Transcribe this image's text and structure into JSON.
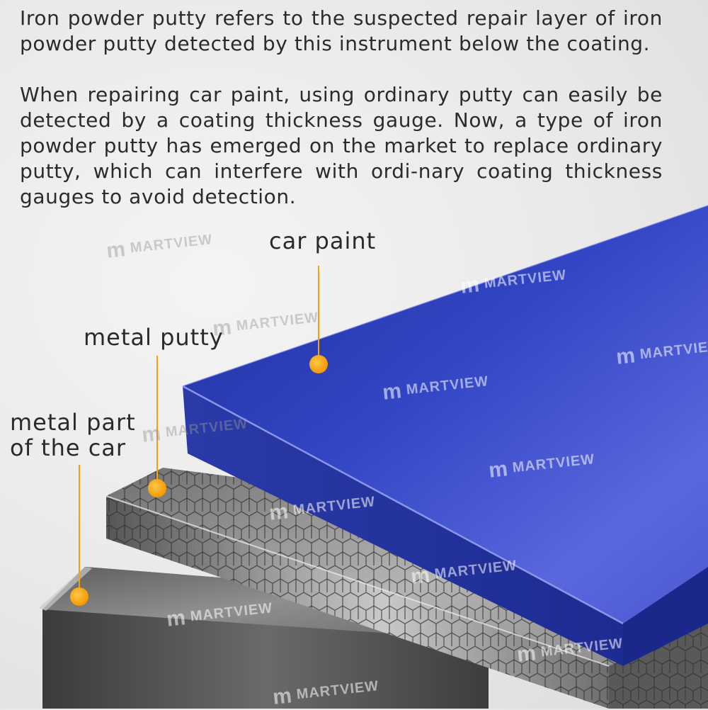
{
  "description": {
    "paragraph1": "Iron powder putty refers to the suspected repair layer of iron powder putty detected by this instrument below the coating.",
    "paragraph2": "When repairing car paint, using ordinary putty can easily be detected by a coating thickness gauge. Now, a type of iron powder putty has emerged on the market to replace ordinary putty, which can interfere with ordi-nary coating thickness gauges to avoid detection."
  },
  "layers": [
    {
      "label": "car paint",
      "color": "#2d3fb5"
    },
    {
      "label": "metal putty",
      "color": "#8a8a8a"
    },
    {
      "label": "metal part of the car",
      "color": "#4a4a4a"
    }
  ],
  "marker_color": "#f5a10a",
  "watermark": "MARTVIEW"
}
